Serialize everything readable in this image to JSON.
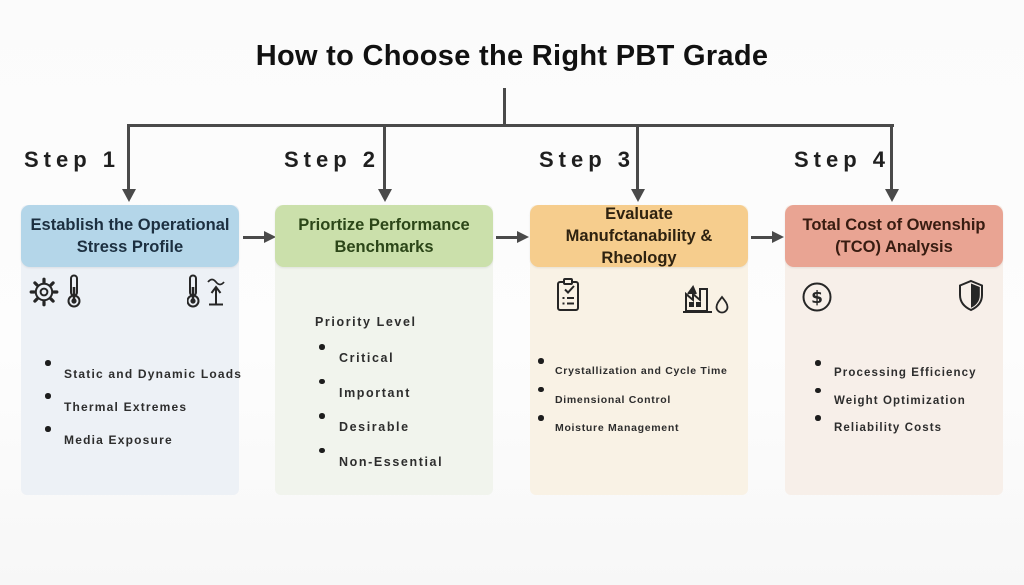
{
  "title": "How to Choose the Right PBT Grade",
  "colors": {
    "connector": "#4a4a4a",
    "step1_header_bg": "#b4d6e9",
    "step2_header_bg": "#cbe0ab",
    "step3_header_bg": "#f6cd8d",
    "step4_header_bg": "#e9a493",
    "step1_body_bg": "#edf1f6",
    "step2_body_bg": "#f1f4ed",
    "step3_body_bg": "#f9f2e5",
    "step4_body_bg": "#f7efe9"
  },
  "steps": [
    {
      "label": "Step 1",
      "header": "Establish the Operational Stress Profile",
      "icons": [
        "gear-icon",
        "thermometer-icon",
        "thermometer-rising-icon"
      ],
      "items": [
        "Static and Dynamic Loads",
        "Thermal Extremes",
        "Media Exposure"
      ]
    },
    {
      "label": "Step 2",
      "header": "Priortize Performance Benchmarks",
      "list_title": "Priority Level",
      "items": [
        "Critical",
        "Important",
        "Desirable",
        "Non-Essential"
      ]
    },
    {
      "label": "Step 3",
      "header": "Evaluate Manufctanability & Rheology",
      "icons": [
        "clipboard-check-icon",
        "factory-droplet-icon"
      ],
      "items": [
        "Crystallization and Cycle Time",
        "Dimensional Control",
        "Moisture Management"
      ]
    },
    {
      "label": "Step 4",
      "header": "Total Cost of Owenship (TCO) Analysis",
      "icons": [
        "dollar-circle-icon",
        "shield-icon"
      ],
      "items": [
        "Processing Efficiency",
        "Weight Optimization",
        "Reliability Costs"
      ]
    }
  ]
}
